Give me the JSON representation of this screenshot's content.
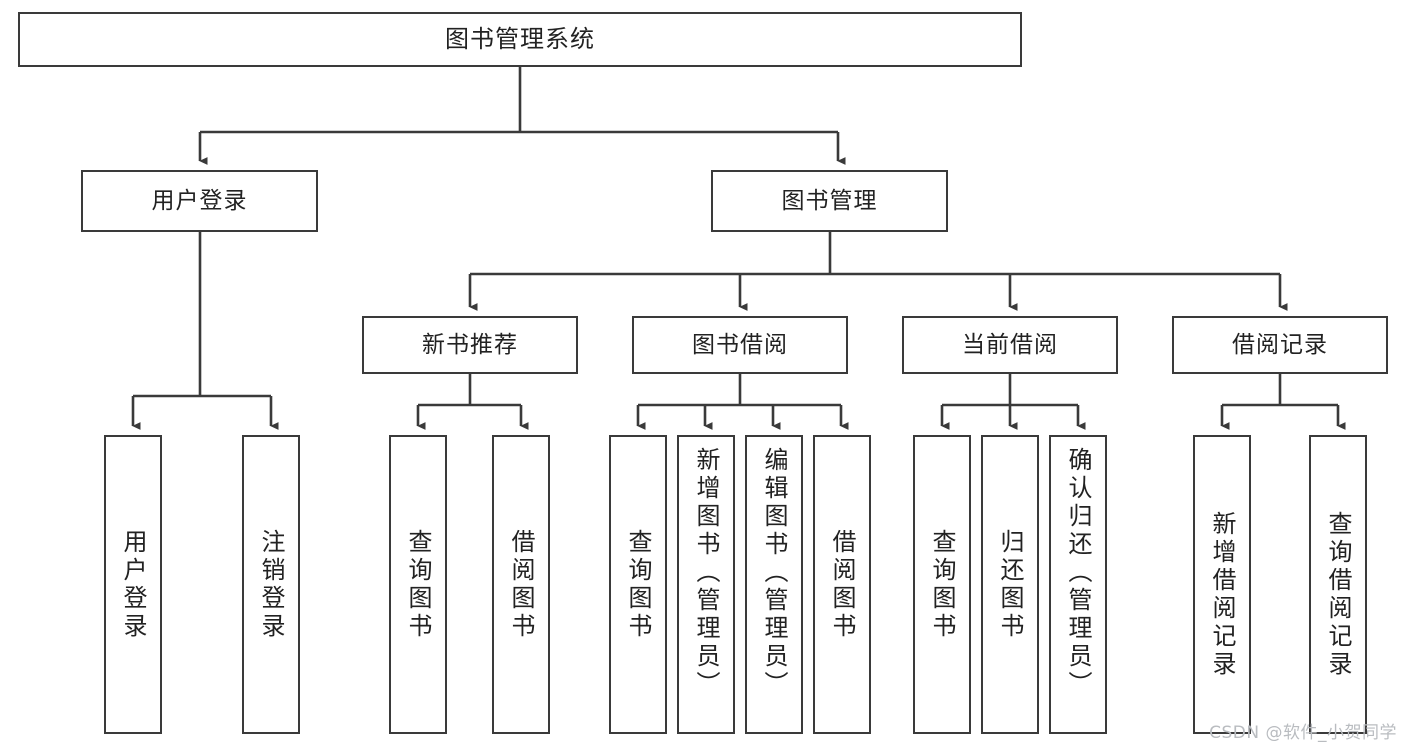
{
  "diagram": {
    "type": "tree-hierarchy",
    "title": "图书管理系统",
    "watermark": "CSDN @软件_小贺同学",
    "colors": {
      "box_border": "#3a3a3a",
      "box_fill": "#ffffff",
      "connector": "#3a3a3a",
      "text": "#222222",
      "watermark": "#b9bcc0",
      "background": "#ffffff"
    },
    "root": {
      "label": "图书管理系统"
    },
    "level2": [
      {
        "label": "用户登录"
      },
      {
        "label": "图书管理"
      }
    ],
    "level3": [
      {
        "label": "新书推荐"
      },
      {
        "label": "图书借阅"
      },
      {
        "label": "当前借阅"
      },
      {
        "label": "借阅记录"
      }
    ],
    "leaves": {
      "user_login": [
        {
          "label": "用户登录"
        },
        {
          "label": "注销登录"
        }
      ],
      "new_book": [
        {
          "label": "查询图书"
        },
        {
          "label": "借阅图书"
        }
      ],
      "borrow_book": [
        {
          "label": "查询图书"
        },
        {
          "label": "新增图书（管理员）"
        },
        {
          "label": "编辑图书（管理员）"
        },
        {
          "label": "借阅图书"
        }
      ],
      "current_borrow": [
        {
          "label": "查询图书"
        },
        {
          "label": "归还图书"
        },
        {
          "label": "确认归还（管理员）"
        }
      ],
      "borrow_record": [
        {
          "label": "新增借阅记录"
        },
        {
          "label": "查询借阅记录"
        }
      ]
    }
  }
}
